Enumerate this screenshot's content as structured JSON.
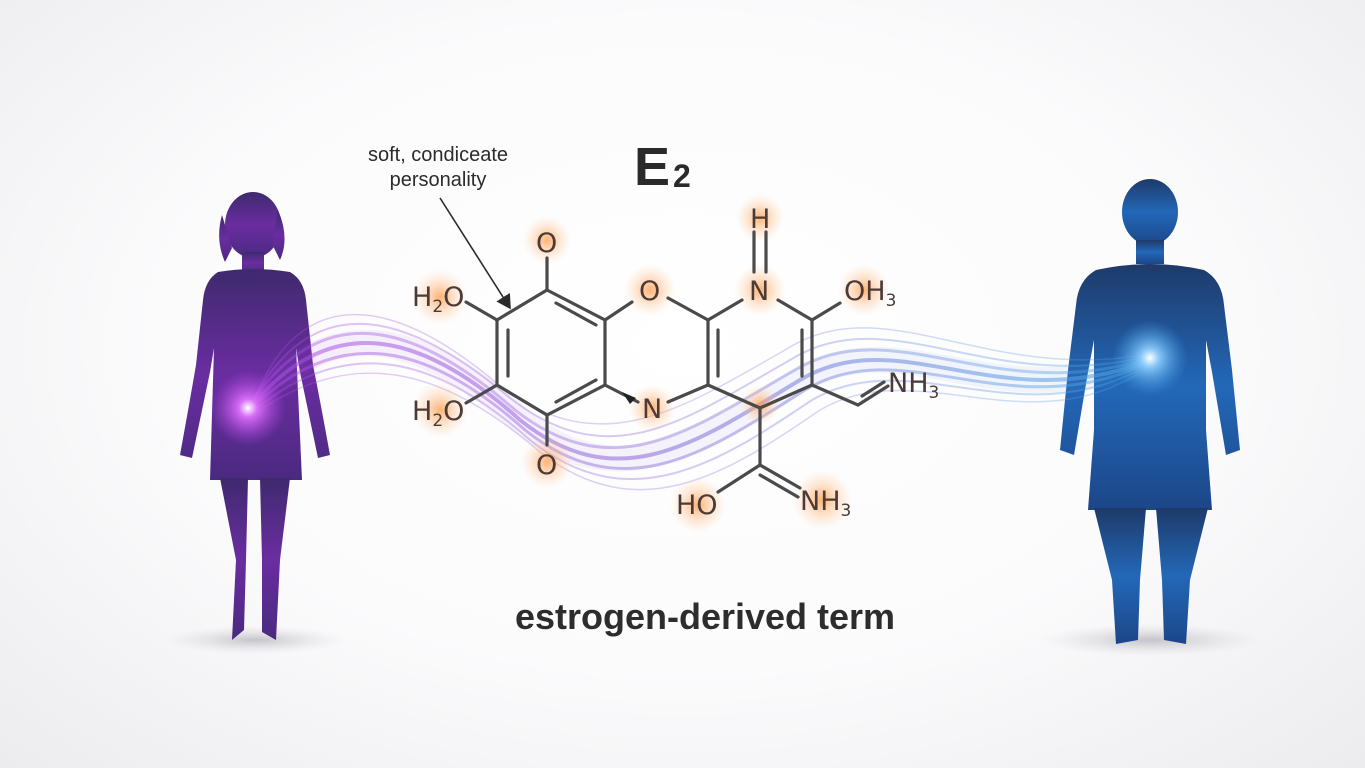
{
  "annotation": {
    "line1": "soft, condiceate",
    "line2": "personality"
  },
  "symbol": {
    "letter": "E",
    "subscript": "2"
  },
  "caption": "estrogen-derived term",
  "atoms": [
    {
      "id": "o-top-left",
      "main": "O",
      "sub": ""
    },
    {
      "id": "h2o-upper",
      "main": "H",
      "sub": "2",
      "tail": "O"
    },
    {
      "id": "h2o-lower",
      "main": "H",
      "sub": "2",
      "tail": "O"
    },
    {
      "id": "o-bottom",
      "main": "O",
      "sub": ""
    },
    {
      "id": "o-ring",
      "main": "O",
      "sub": ""
    },
    {
      "id": "n-ring",
      "main": "N",
      "sub": ""
    },
    {
      "id": "h-top",
      "main": "H",
      "sub": ""
    },
    {
      "id": "n-top",
      "main": "N",
      "sub": ""
    },
    {
      "id": "oh3",
      "main": "OH",
      "sub": "3"
    },
    {
      "id": "nh3-right",
      "main": "NH",
      "sub": "3"
    },
    {
      "id": "ho-bottom",
      "main": "HO",
      "sub": ""
    },
    {
      "id": "nh3-bottom",
      "main": "NH",
      "sub": "3"
    }
  ],
  "colors": {
    "female_figure": "#5a2a8e",
    "male_figure": "#1f5fa8",
    "glow": "#f6a25a",
    "wave_purple": "#9b5bd6",
    "wave_blue": "#4aa6e6"
  }
}
